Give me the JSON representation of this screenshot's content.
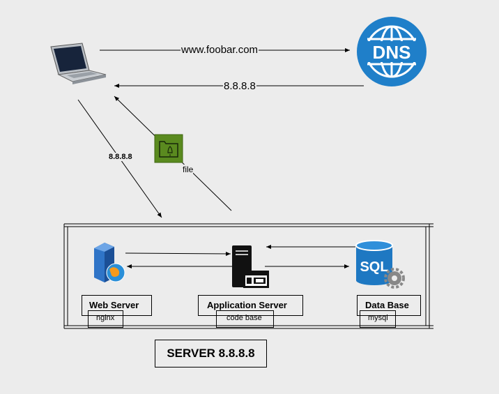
{
  "dns": {
    "label": "DNS",
    "request_label": "www.foobar.com",
    "response_label": "8.8.8.8"
  },
  "client": {
    "request_to_server_label": "8.8.8.8",
    "file_label": "file"
  },
  "server": {
    "title": "SERVER 8.8.8.8"
  },
  "components": {
    "web_server": {
      "title": "Web Server",
      "sub": "nginx"
    },
    "app_server": {
      "title": "Application Server",
      "sub": "code base"
    },
    "database": {
      "title": "Data Base",
      "sub": "mysql",
      "icon_text": "SQL"
    }
  },
  "colors": {
    "background": "#ececec",
    "dns_blue": "#1f7fc9",
    "file_green": "#5a8a1f",
    "sql_blue": "#1e78c2"
  }
}
